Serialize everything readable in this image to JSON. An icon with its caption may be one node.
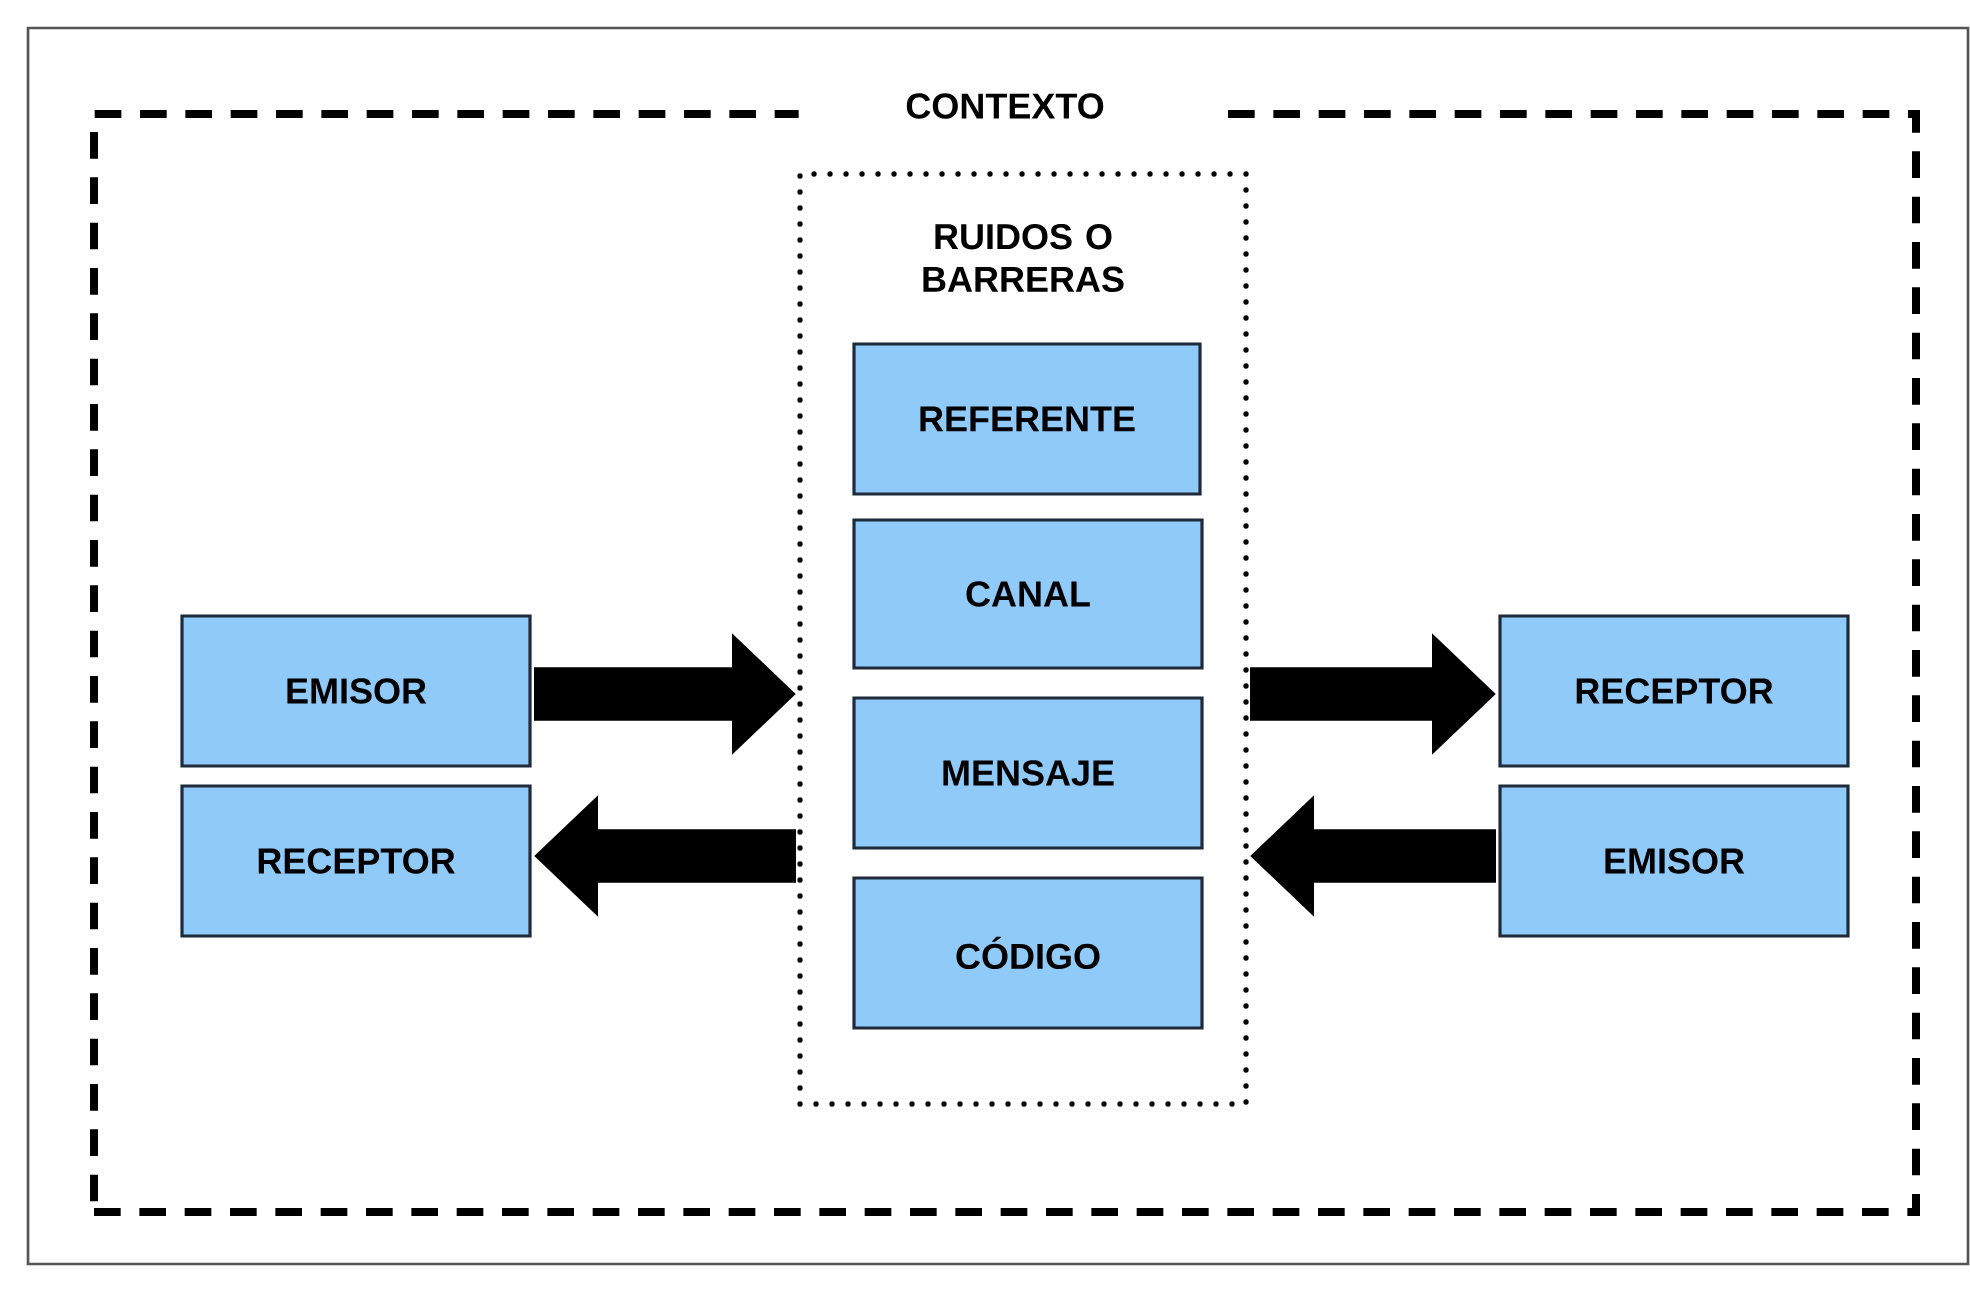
{
  "diagram": {
    "nodes": [
      {
        "text": [
          "CONTEXTO"
        ]
      },
      {
        "text": [
          "RUIDOS O BARRERAS"
        ],
        "in": 0
      },
      {
        "text": [
          "REFERENTE"
        ],
        "in": 1
      },
      {
        "text": [
          "CANAL"
        ],
        "in": 1
      },
      {
        "text": [
          "MENSAJE"
        ],
        "in": 1
      },
      {
        "text": [
          "CÓDIGO"
        ],
        "in": 1
      },
      {
        "text": [
          "EMISOR"
        ],
        "in": 0
      },
      {
        "text": [
          "RECEPTOR"
        ],
        "in": 0
      },
      {
        "text": [
          "RECEPTOR"
        ],
        "in": 0
      },
      {
        "text": [
          "EMISOR"
        ],
        "in": 0
      }
    ],
    "edges": [
      {
        "from": 6,
        "to": 1,
        "arrow": "to"
      },
      {
        "from": 1,
        "to": 7,
        "arrow": "to"
      },
      {
        "from": 1,
        "to": 8,
        "arrow": "to"
      },
      {
        "from": 9,
        "to": 1,
        "arrow": "to"
      }
    ]
  }
}
